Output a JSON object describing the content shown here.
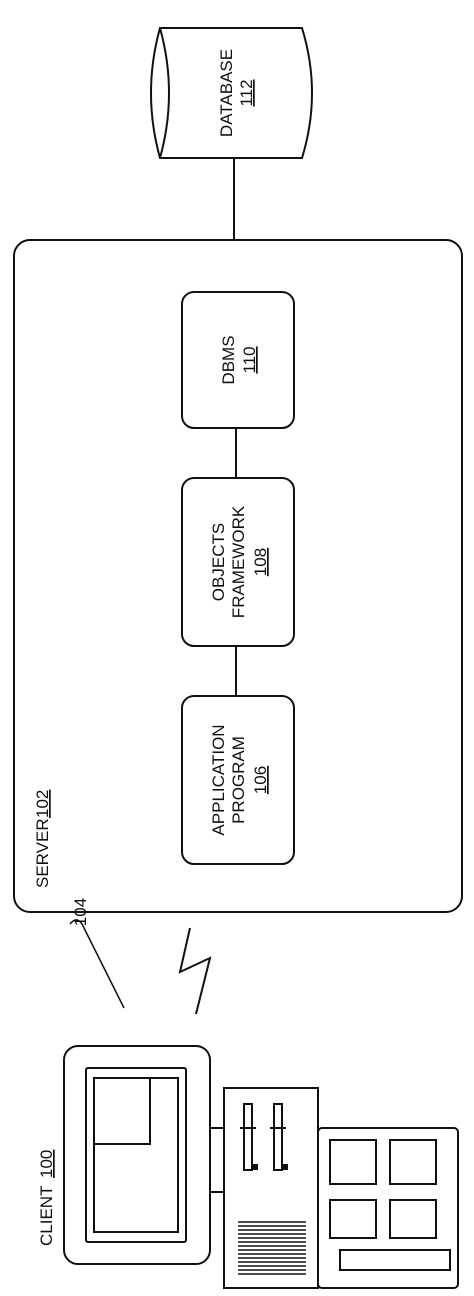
{
  "database": {
    "name": "DATABASE",
    "ref": "112"
  },
  "server": {
    "name": "SERVER",
    "ref": "102"
  },
  "dbms": {
    "name": "DBMS",
    "ref": "110"
  },
  "objects_framework": {
    "line1": "OBJECTS",
    "line2": "FRAMEWORK",
    "ref": "108"
  },
  "application_program": {
    "line1": "APPLICATION",
    "line2": "PROGRAM",
    "ref": "106"
  },
  "client": {
    "name": "CLIENT",
    "ref": "100"
  },
  "window_ref": "104"
}
